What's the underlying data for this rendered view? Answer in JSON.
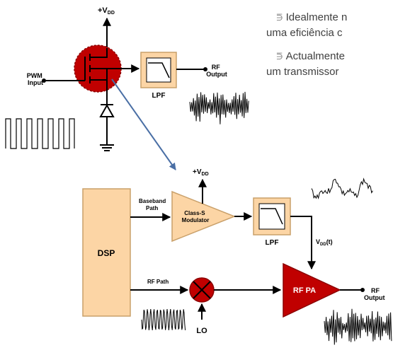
{
  "bullets": [
    {
      "mark": "⋽",
      "line1": "Idealmente n",
      "line2": "uma eficiência c"
    },
    {
      "mark": "⋽",
      "line1": "Actualmente",
      "line2": "um transmissor"
    }
  ],
  "top_circuit": {
    "vdd_prefix": "+V",
    "vdd_sub": "DD",
    "pwm_input_line1": "PWM",
    "pwm_input_line2": "Input",
    "lpf_label": "LPF",
    "rf_output_line1": "RF",
    "rf_output_line2": "Output"
  },
  "bottom_circuit": {
    "vdd_prefix": "+V",
    "vdd_sub": "DD",
    "dsp_label": "DSP",
    "baseband_line1": "Baseband",
    "baseband_line2": "Path",
    "modulator_line1": "Class-S",
    "modulator_line2": "Modulator",
    "lpf_label": "LPF",
    "vdd_t_prefix": "V",
    "vdd_t_sub": "DD",
    "vdd_t_suffix": "(t)",
    "rf_path_label": "RF Path",
    "lo_label": "LO",
    "rf_pa_label": "RF PA",
    "rf_output_line1": "RF",
    "rf_output_line2": "Output"
  },
  "colors": {
    "block_fill": "#fcd5a5",
    "block_stroke": "#c9a06a",
    "red": "#c00000",
    "red_dark": "#8b0000",
    "arrow_blue": "#4a6fa5",
    "wire": "#000000"
  }
}
